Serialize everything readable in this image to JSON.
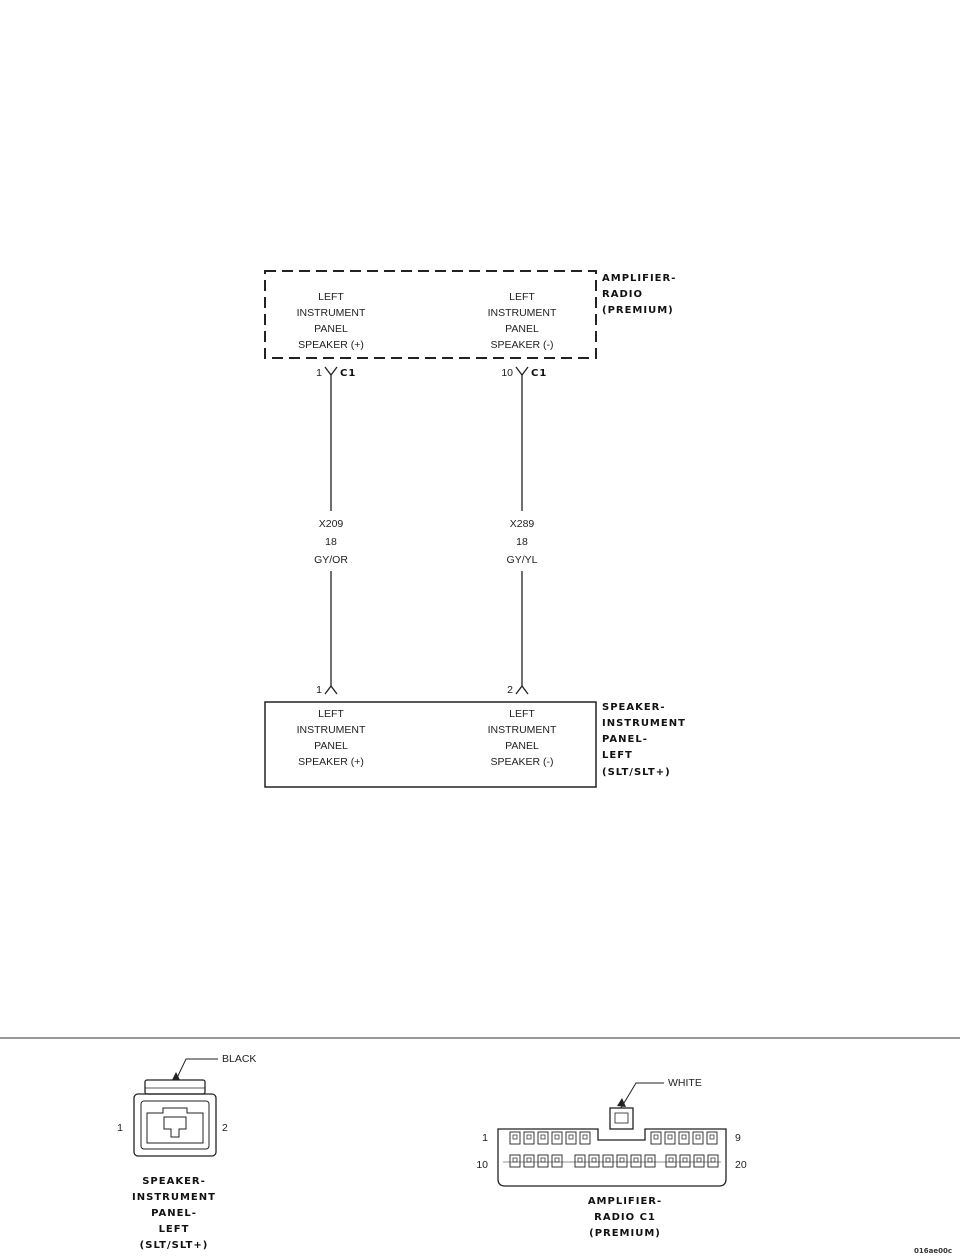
{
  "diagram": {
    "amplifier": {
      "title_lines": [
        "AMPLIFIER-",
        "RADIO",
        "(PREMIUM)"
      ],
      "pin_a": [
        "LEFT",
        "INSTRUMENT",
        "PANEL",
        "SPEAKER (+)"
      ],
      "pin_b": [
        "LEFT",
        "INSTRUMENT",
        "PANEL",
        "SPEAKER (-)"
      ],
      "conn_a_pin": "1",
      "conn_a_name": "C1",
      "conn_b_pin": "10",
      "conn_b_name": "C1"
    },
    "wires": [
      {
        "circuit": "X209",
        "gauge": "18",
        "color": "GY/OR"
      },
      {
        "circuit": "X289",
        "gauge": "18",
        "color": "GY/YL"
      }
    ],
    "speaker": {
      "title_lines": [
        "SPEAKER-",
        "INSTRUMENT",
        "PANEL-",
        "LEFT",
        "(SLT/SLT+)"
      ],
      "pin_a": [
        "LEFT",
        "INSTRUMENT",
        "PANEL",
        "SPEAKER (+)"
      ],
      "pin_b": [
        "LEFT",
        "INSTRUMENT",
        "PANEL",
        "SPEAKER (-)"
      ],
      "conn_a_pin": "1",
      "conn_b_pin": "2"
    }
  },
  "connectors": {
    "speaker_conn": {
      "color_label": "BLACK",
      "pin_left": "1",
      "pin_right": "2",
      "title_lines": [
        "SPEAKER-",
        "INSTRUMENT",
        "PANEL-",
        "LEFT",
        "(SLT/SLT+)"
      ]
    },
    "amp_conn": {
      "color_label": "WHITE",
      "pin_top_left": "1",
      "pin_top_right": "9",
      "pin_bottom_left": "10",
      "pin_bottom_right": "20",
      "title_lines": [
        "AMPLIFIER-",
        "RADIO C1",
        "(PREMIUM)"
      ]
    }
  },
  "figure_id": "016ae00c"
}
